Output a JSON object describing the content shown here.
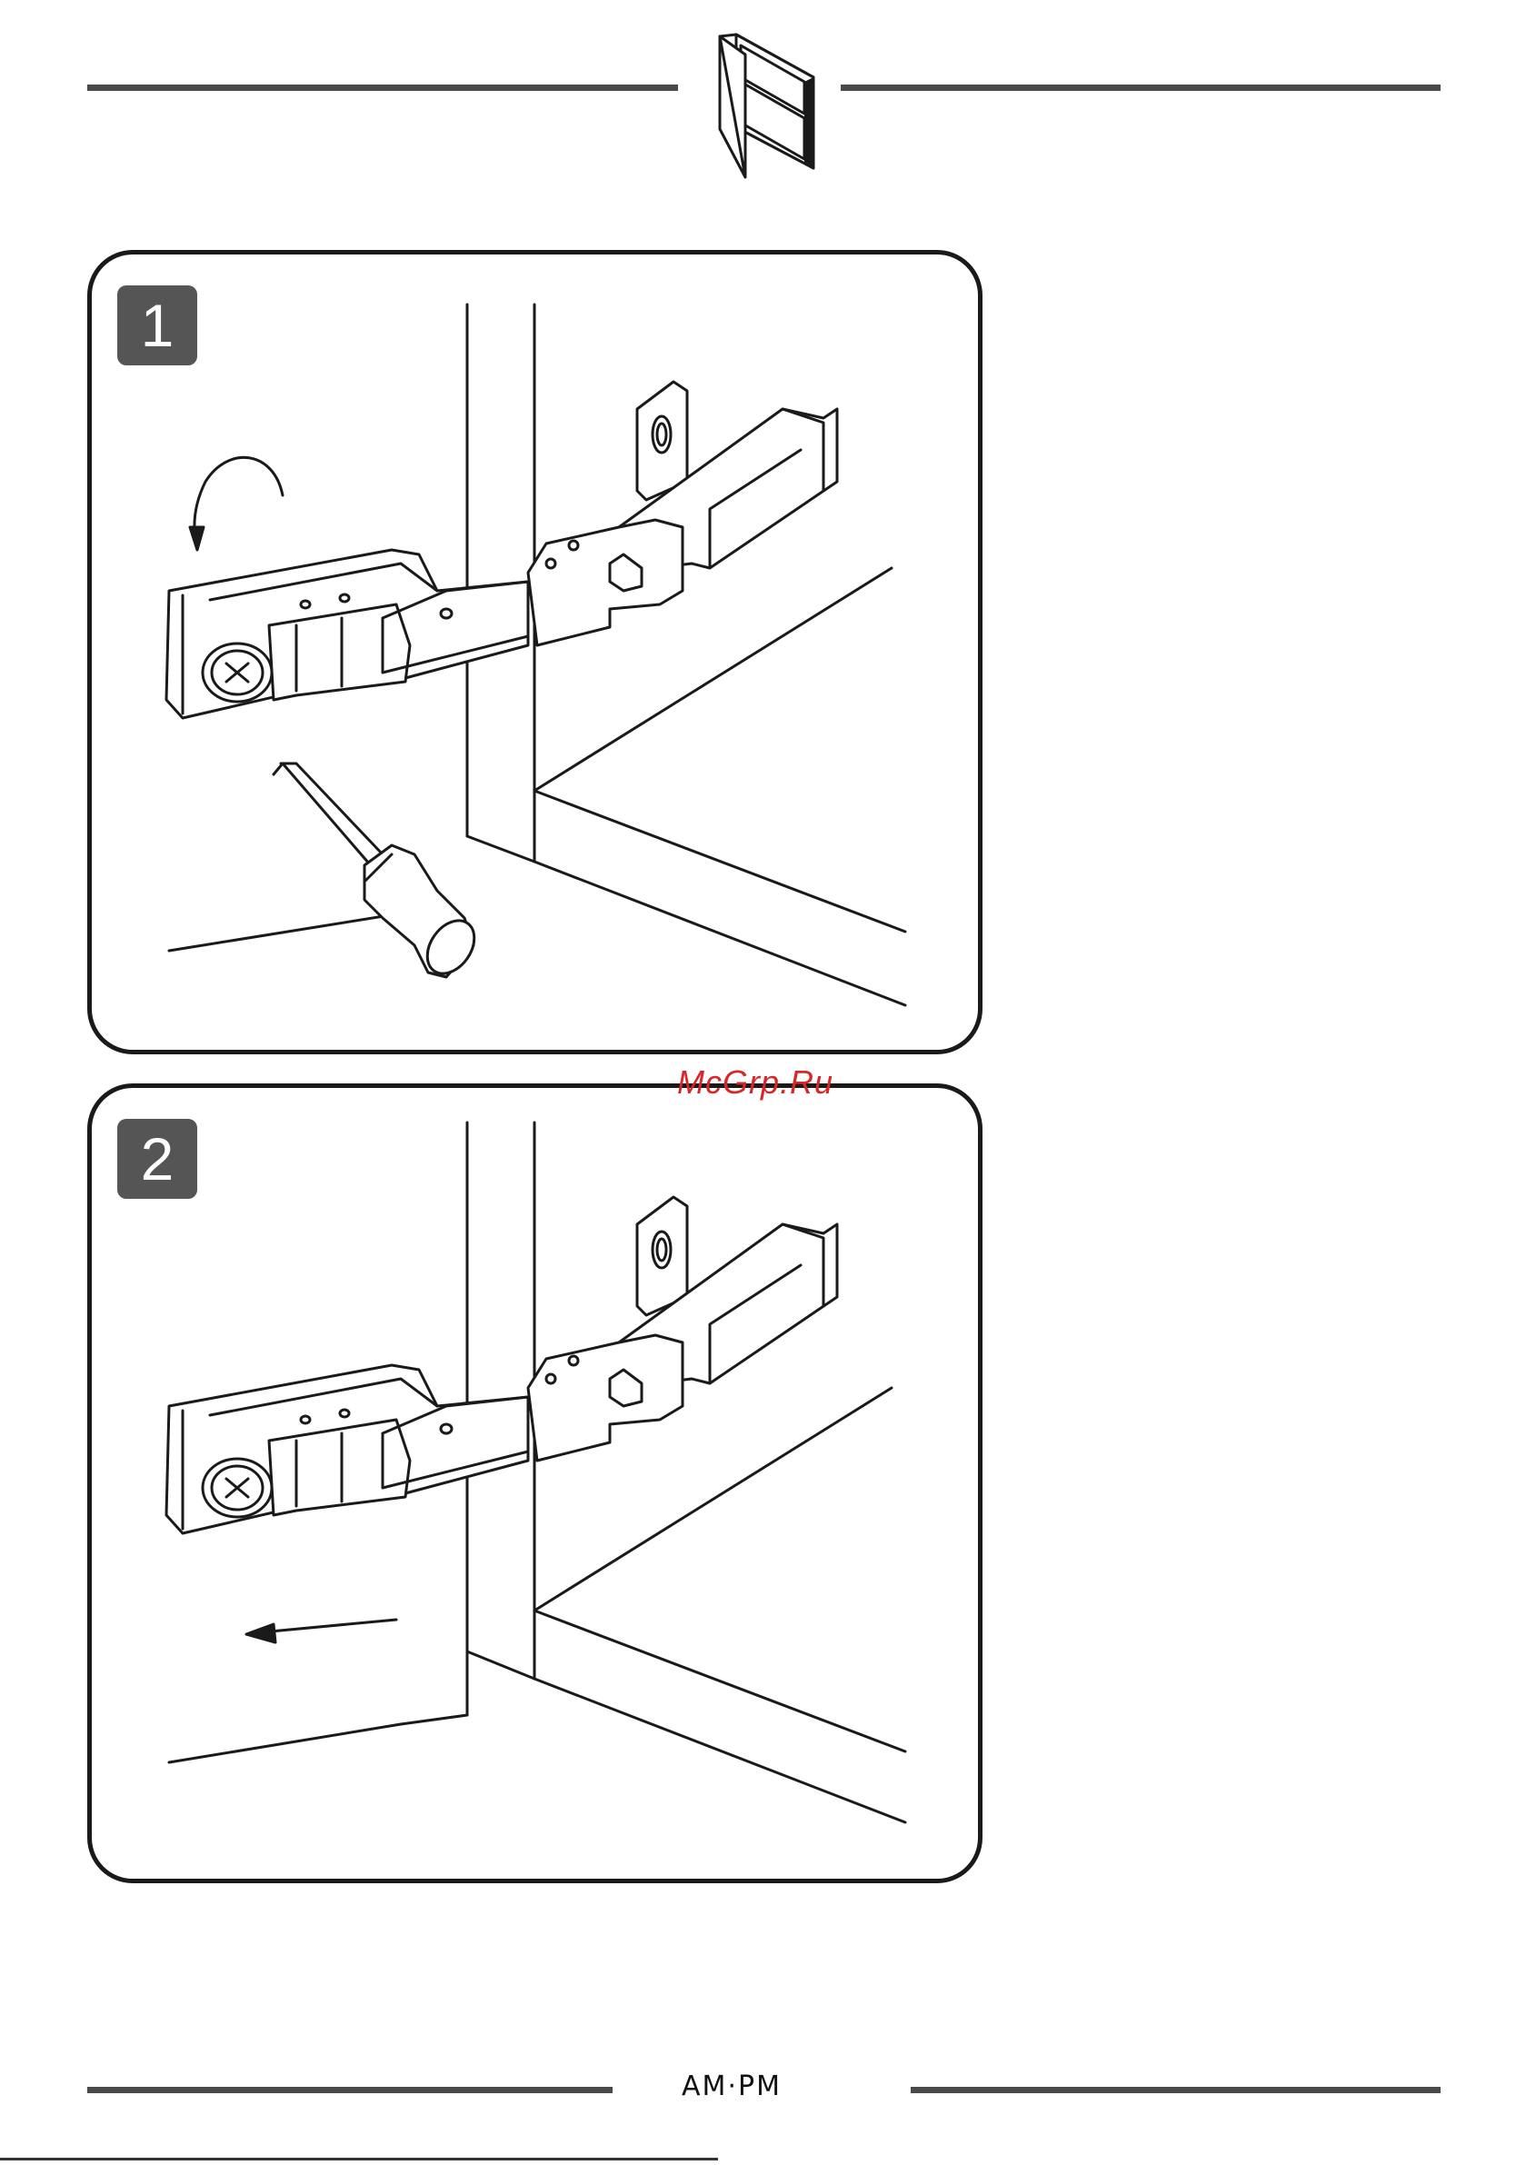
{
  "header": {
    "icon": "cabinet-door-icon"
  },
  "steps": [
    {
      "number": "1",
      "icon": "rotate-arrow-icon"
    },
    {
      "number": "2",
      "icon": "left-arrow-icon"
    }
  ],
  "watermark": "McGrp.Ru",
  "footer": {
    "brand": "AM·PM"
  },
  "colors": {
    "rule": "#4a4a4a",
    "badge": "#555555",
    "watermark": "#d62828",
    "line": "#1a1a1a"
  }
}
